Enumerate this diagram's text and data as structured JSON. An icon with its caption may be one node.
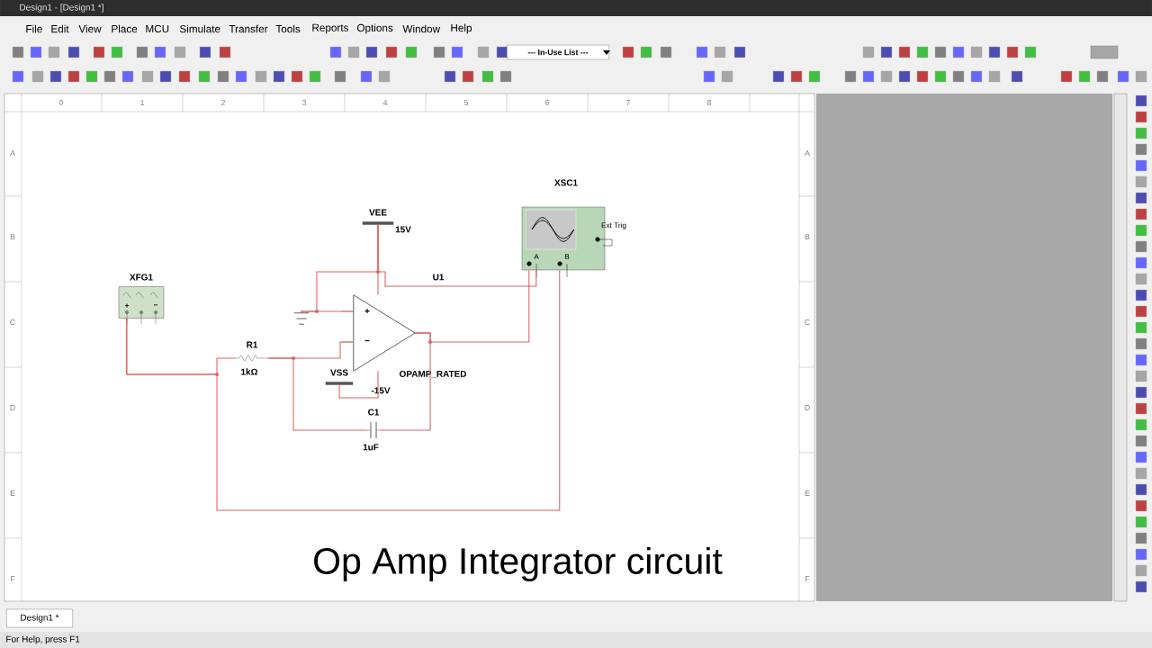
{
  "diagram": {
    "caption": "Op Amp Integrator circuit",
    "nodes": [
      {
        "text": [
          "XFG1",
          "+",
          "−"
        ]
      },
      {
        "text": [
          "R1",
          "1kΩ"
        ]
      },
      {
        "text": [
          "+",
          "−"
        ],
        "beside": [
          "U1",
          "OPAMP_RATED"
        ]
      },
      {
        "text": [
          "C1",
          "1uF"
        ]
      },
      {
        "text": [
          "VEE",
          "15V"
        ]
      },
      {
        "text": [
          "VSS",
          "-15V"
        ]
      },
      {
        "text": [],
        "shape": "ground"
      },
      {
        "text": [
          "XSC1",
          "A",
          "B",
          "Ext Trig"
        ]
      }
    ],
    "edges": [
      {
        "from": 0,
        "to": 1,
        "arrow": "none"
      },
      {
        "from": 0,
        "to": 7,
        "arrow": "none"
      },
      {
        "from": 1,
        "to": 2,
        "arrow": "none"
      },
      {
        "from": 1,
        "to": 3,
        "arrow": "none"
      },
      {
        "from": 3,
        "to": 2,
        "arrow": "none"
      },
      {
        "from": 2,
        "to": 7,
        "arrow": "none"
      },
      {
        "from": 4,
        "to": 2,
        "arrow": "none"
      },
      {
        "from": 5,
        "to": 2,
        "arrow": "none"
      },
      {
        "from": 6,
        "to": 2,
        "arrow": "none"
      },
      {
        "from": 6,
        "to": 4,
        "arrow": "none"
      },
      {
        "from": 4,
        "to": 7,
        "arrow": "none"
      }
    ],
    "labels": [
      "Design1 - [Design1 *]",
      "File",
      "Edit",
      "View",
      "Place",
      "MCU",
      "Simulate",
      "Transfer",
      "Tools",
      "Reports",
      "Options",
      "Window",
      "Help",
      "--- In-Use List ---",
      "0",
      "1",
      "2",
      "3",
      "4",
      "5",
      "6",
      "7",
      "8",
      "A",
      "A",
      "B",
      "B",
      "C",
      "C",
      "D",
      "D",
      "E",
      "E",
      "F",
      "F",
      "Design1 *",
      "For Help, press F1"
    ]
  }
}
